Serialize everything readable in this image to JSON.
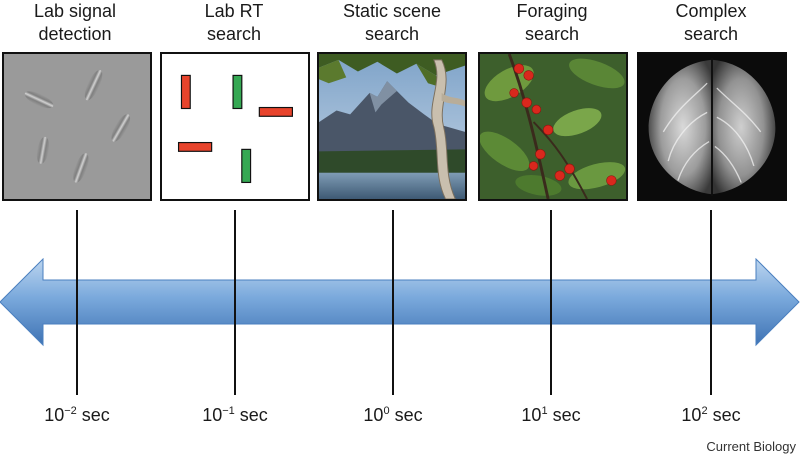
{
  "columns": [
    {
      "title_line1": "Lab signal",
      "title_line2": "detection",
      "tick_base": "10",
      "tick_exp": "−2",
      "tick_unit": "sec"
    },
    {
      "title_line1": "Lab RT",
      "title_line2": "search",
      "tick_base": "10",
      "tick_exp": "−1",
      "tick_unit": "sec"
    },
    {
      "title_line1": "Static scene",
      "title_line2": "search",
      "tick_base": "10",
      "tick_exp": "0",
      "tick_unit": "sec"
    },
    {
      "title_line1": "Foraging",
      "title_line2": "search",
      "tick_base": "10",
      "tick_exp": "1",
      "tick_unit": "sec"
    },
    {
      "title_line1": "Complex",
      "title_line2": "search",
      "tick_base": "10",
      "tick_exp": "2",
      "tick_unit": "sec"
    }
  ],
  "credit": "Current Biology",
  "colors": {
    "arrow_light": "#bcd5ef",
    "arrow_mid": "#7aa9dc",
    "arrow_dark": "#3f73b4",
    "rt_red": "#e8442c",
    "rt_green": "#35a853",
    "berry_red": "#d9281d"
  }
}
